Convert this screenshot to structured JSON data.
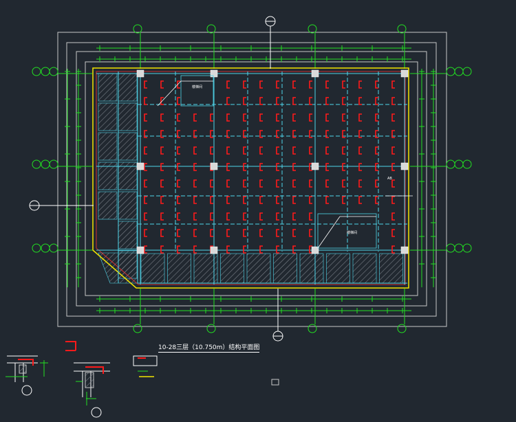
{
  "drawing": {
    "title": "10-28三层（10.750m）结构平面图",
    "room_upper": "楼梯间",
    "room_lower": "楼梯间",
    "area_label": "AB"
  },
  "colors": {
    "background": "#212830",
    "outline": "#c8c8c8",
    "dimension": "#22e022",
    "axis_bubble": "#22e022",
    "beam": "#4fd6ea",
    "wall_red": "#ff1a1a",
    "slab_edge": "#f2e600",
    "column": "#d9d9d9",
    "hatch": "#7a8088",
    "leader": "#ffffff"
  },
  "icons": [
    "axis-bubble-icon",
    "section-symbol-icon",
    "column-square-icon",
    "hatch-pattern-icon"
  ]
}
